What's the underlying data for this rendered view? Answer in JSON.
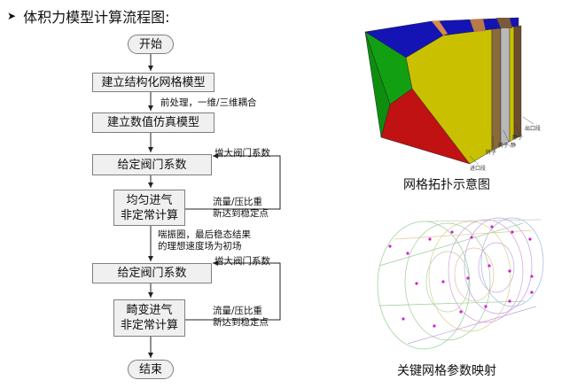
{
  "title": "体积力模型计算流程图:",
  "flow": {
    "start": "开始",
    "build_mesh": "建立结构化网格模型",
    "note_preprocess": "前处理，一维/三维耦合",
    "build_sim": "建立数值仿真模型",
    "valve1": "给定阀门系数",
    "increase1": "增大阀门系数",
    "uniform": "均匀进气\n非定常计算",
    "converge1_line1": "流量/压比重",
    "converge1_line2": "新达到稳定点",
    "note_surge_line1": "喘振圈，最后稳态结果",
    "note_surge_line2": "的理想速度场为初场",
    "valve2": "给定阀门系数",
    "increase2": "增大阀门系数",
    "distorted": "畸变进气\n非定常计算",
    "converge2_line1": "流量/压比重",
    "converge2_line2": "新达到稳定点",
    "end": "结束"
  },
  "figure_labels": {
    "outlet": "出口段",
    "stator": "静子",
    "rotor_stator": "转子-静",
    "rotor": "转子",
    "inlet": "进口段"
  },
  "captions": {
    "topology": "网格拓扑示意图",
    "mapping": "关键网格参数映射"
  },
  "colors": {
    "node_fill": "#f0f0f0",
    "node_border": "#7f7f7f",
    "cube_front": "#c8c000",
    "cube_top": "#1010b0",
    "cube_left": "#10a010",
    "cube_bottom": "#c01010"
  }
}
